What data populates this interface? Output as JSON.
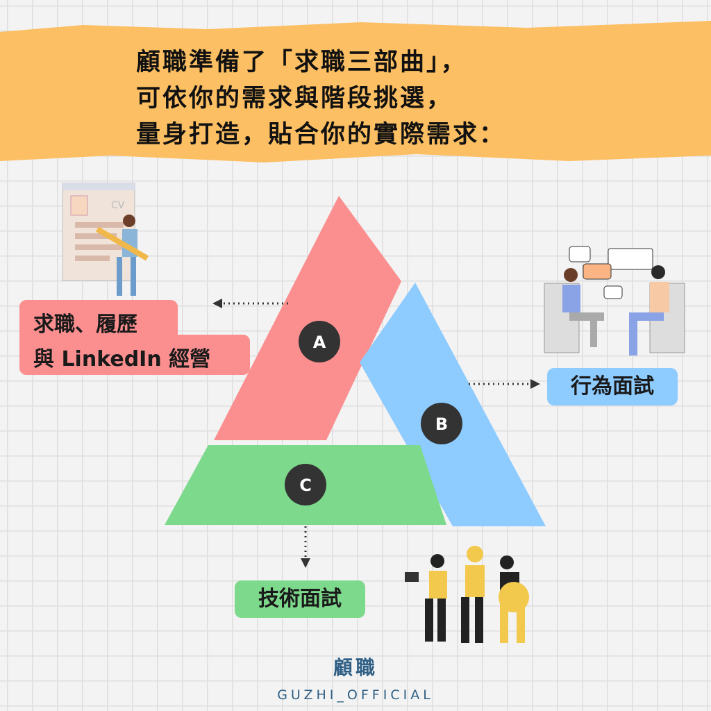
{
  "header": {
    "lines": [
      "顧職準備了「求職三部曲」，",
      "可依你的需求與階段挑選，",
      "量身打造，貼合你的實際需求："
    ]
  },
  "sections": [
    {
      "badge": "A",
      "label_lines": [
        "求職、履歷",
        "與 LinkedIn 經營"
      ],
      "color": "#fb8f8f"
    },
    {
      "badge": "B",
      "label": "行為面試",
      "color": "#8ecbff"
    },
    {
      "badge": "C",
      "label": "技術面試",
      "color": "#7dd98c"
    }
  ],
  "illustrations": {
    "cv_text": "CV"
  },
  "footer": {
    "brand": "顧職",
    "handle": "GUZHI_OFFICIAL"
  },
  "colors": {
    "banner": "#fcbf63",
    "badge": "#333333",
    "brand": "#2f5f85"
  }
}
